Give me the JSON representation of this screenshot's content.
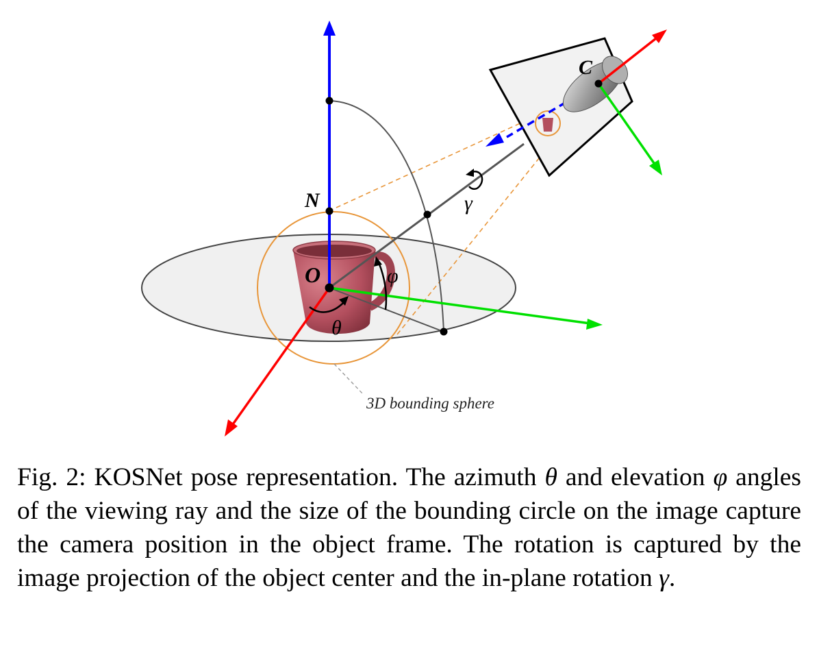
{
  "figure": {
    "labels": {
      "origin": "O",
      "north": "N",
      "camera": "C",
      "azimuth": "θ",
      "elevation": "φ",
      "inplane": "γ",
      "sphere_note": "3D bounding sphere"
    },
    "colors": {
      "x_axis": "#ff0000",
      "y_axis": "#00e000",
      "z_axis": "#0000ff",
      "bounding_circle": "#e8963a",
      "ground_plane": "#f0f0f0",
      "mug": "#b34f5e"
    }
  },
  "caption": {
    "prefix": "Fig. 2: KOSNet pose representation. The azimuth ",
    "theta": "θ",
    "mid1": " and elevation ",
    "phi": "φ",
    "mid2": " angles of the viewing ray and the size of the bounding circle on the image capture the camera position in the object frame. The rotation is captured by the image projection of the object center and the in-plane rotation ",
    "gamma": "γ",
    "suffix": "."
  }
}
